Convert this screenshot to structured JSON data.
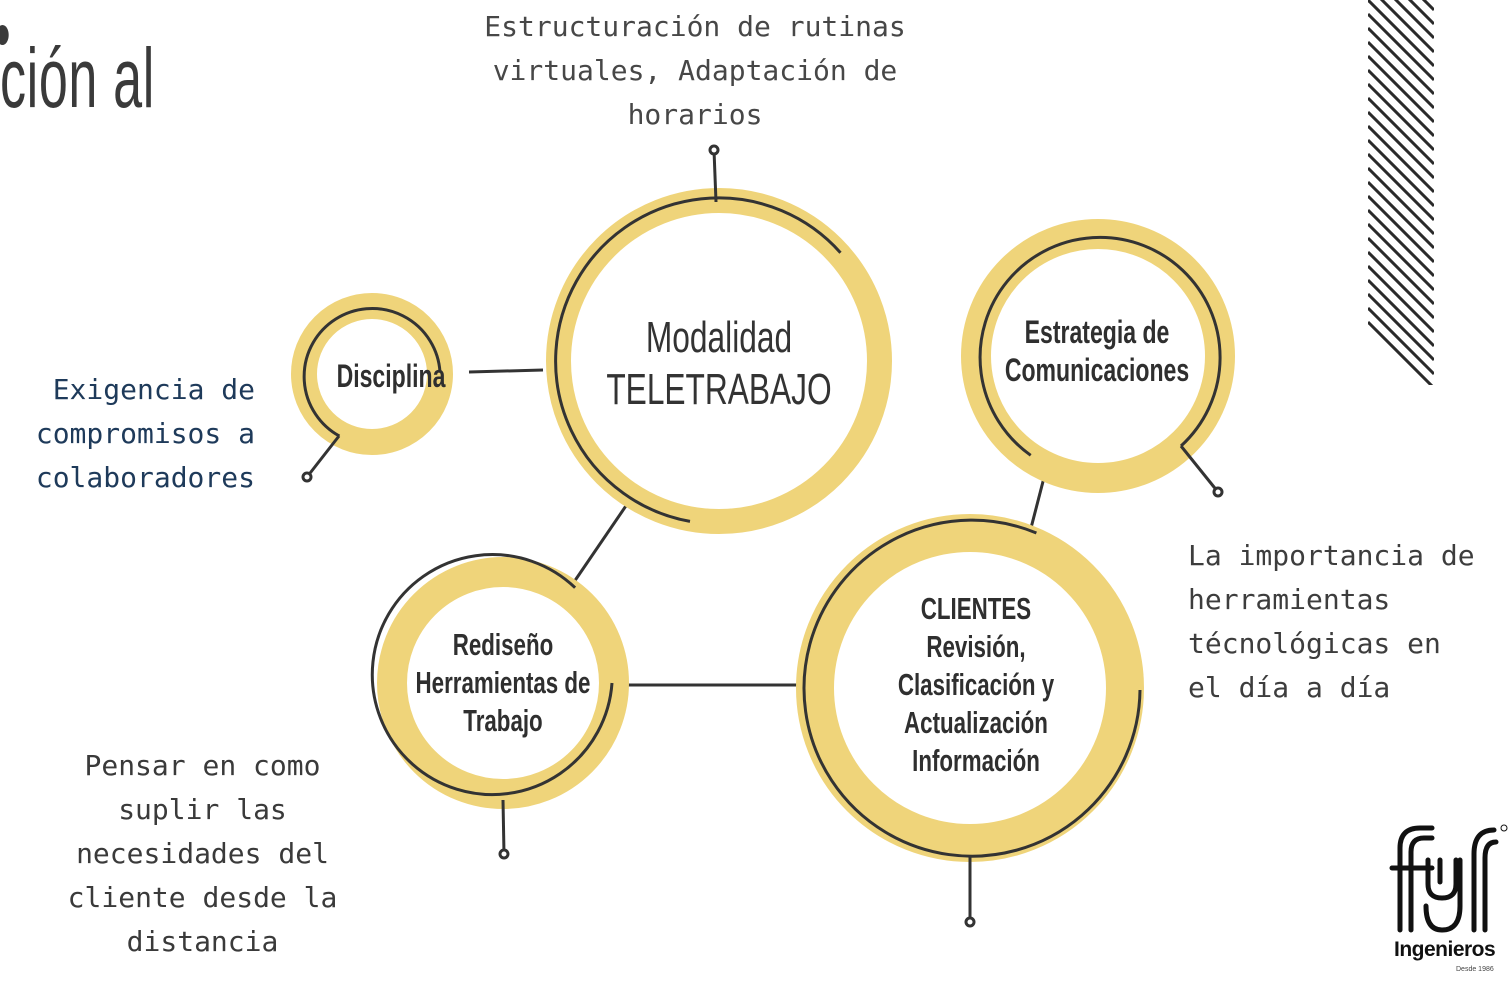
{
  "slide": {
    "title_fragment": "ción al"
  },
  "nodes": {
    "main": {
      "lines": [
        "Modalidad",
        "TELETRABAJO"
      ]
    },
    "disciplina": {
      "lines": [
        "Disciplina"
      ]
    },
    "estrategia": {
      "lines": [
        "Estrategia de",
        "Comunicaciones"
      ]
    },
    "rediseno": {
      "lines": [
        "Rediseño",
        "Herramientas de",
        "Trabajo"
      ]
    },
    "clientes": {
      "lines": [
        "CLIENTES",
        "Revisión,",
        "Clasificación y",
        "Actualización",
        "Información"
      ]
    }
  },
  "notes": {
    "top": [
      "Estructuración de rutinas",
      "virtuales, Adaptación de",
      "horarios"
    ],
    "left": [
      "Exigencia de",
      "compromisos a",
      "colaboradores"
    ],
    "right": [
      "La importancia de",
      "herramientas",
      "técnológicas en",
      "el día a día"
    ],
    "bottom": [
      "Pensar en como",
      "suplir las",
      "necesidades del",
      "cliente desde la",
      "distancia"
    ]
  },
  "logo": {
    "word": "Ingenieros",
    "sub": "Desde 1986",
    "mark": "fyr-logo-mark"
  },
  "colors": {
    "ring": "#efd47a",
    "line": "#333333",
    "stripes": "#2a2a2a",
    "note_left": "#1e3a5a"
  }
}
